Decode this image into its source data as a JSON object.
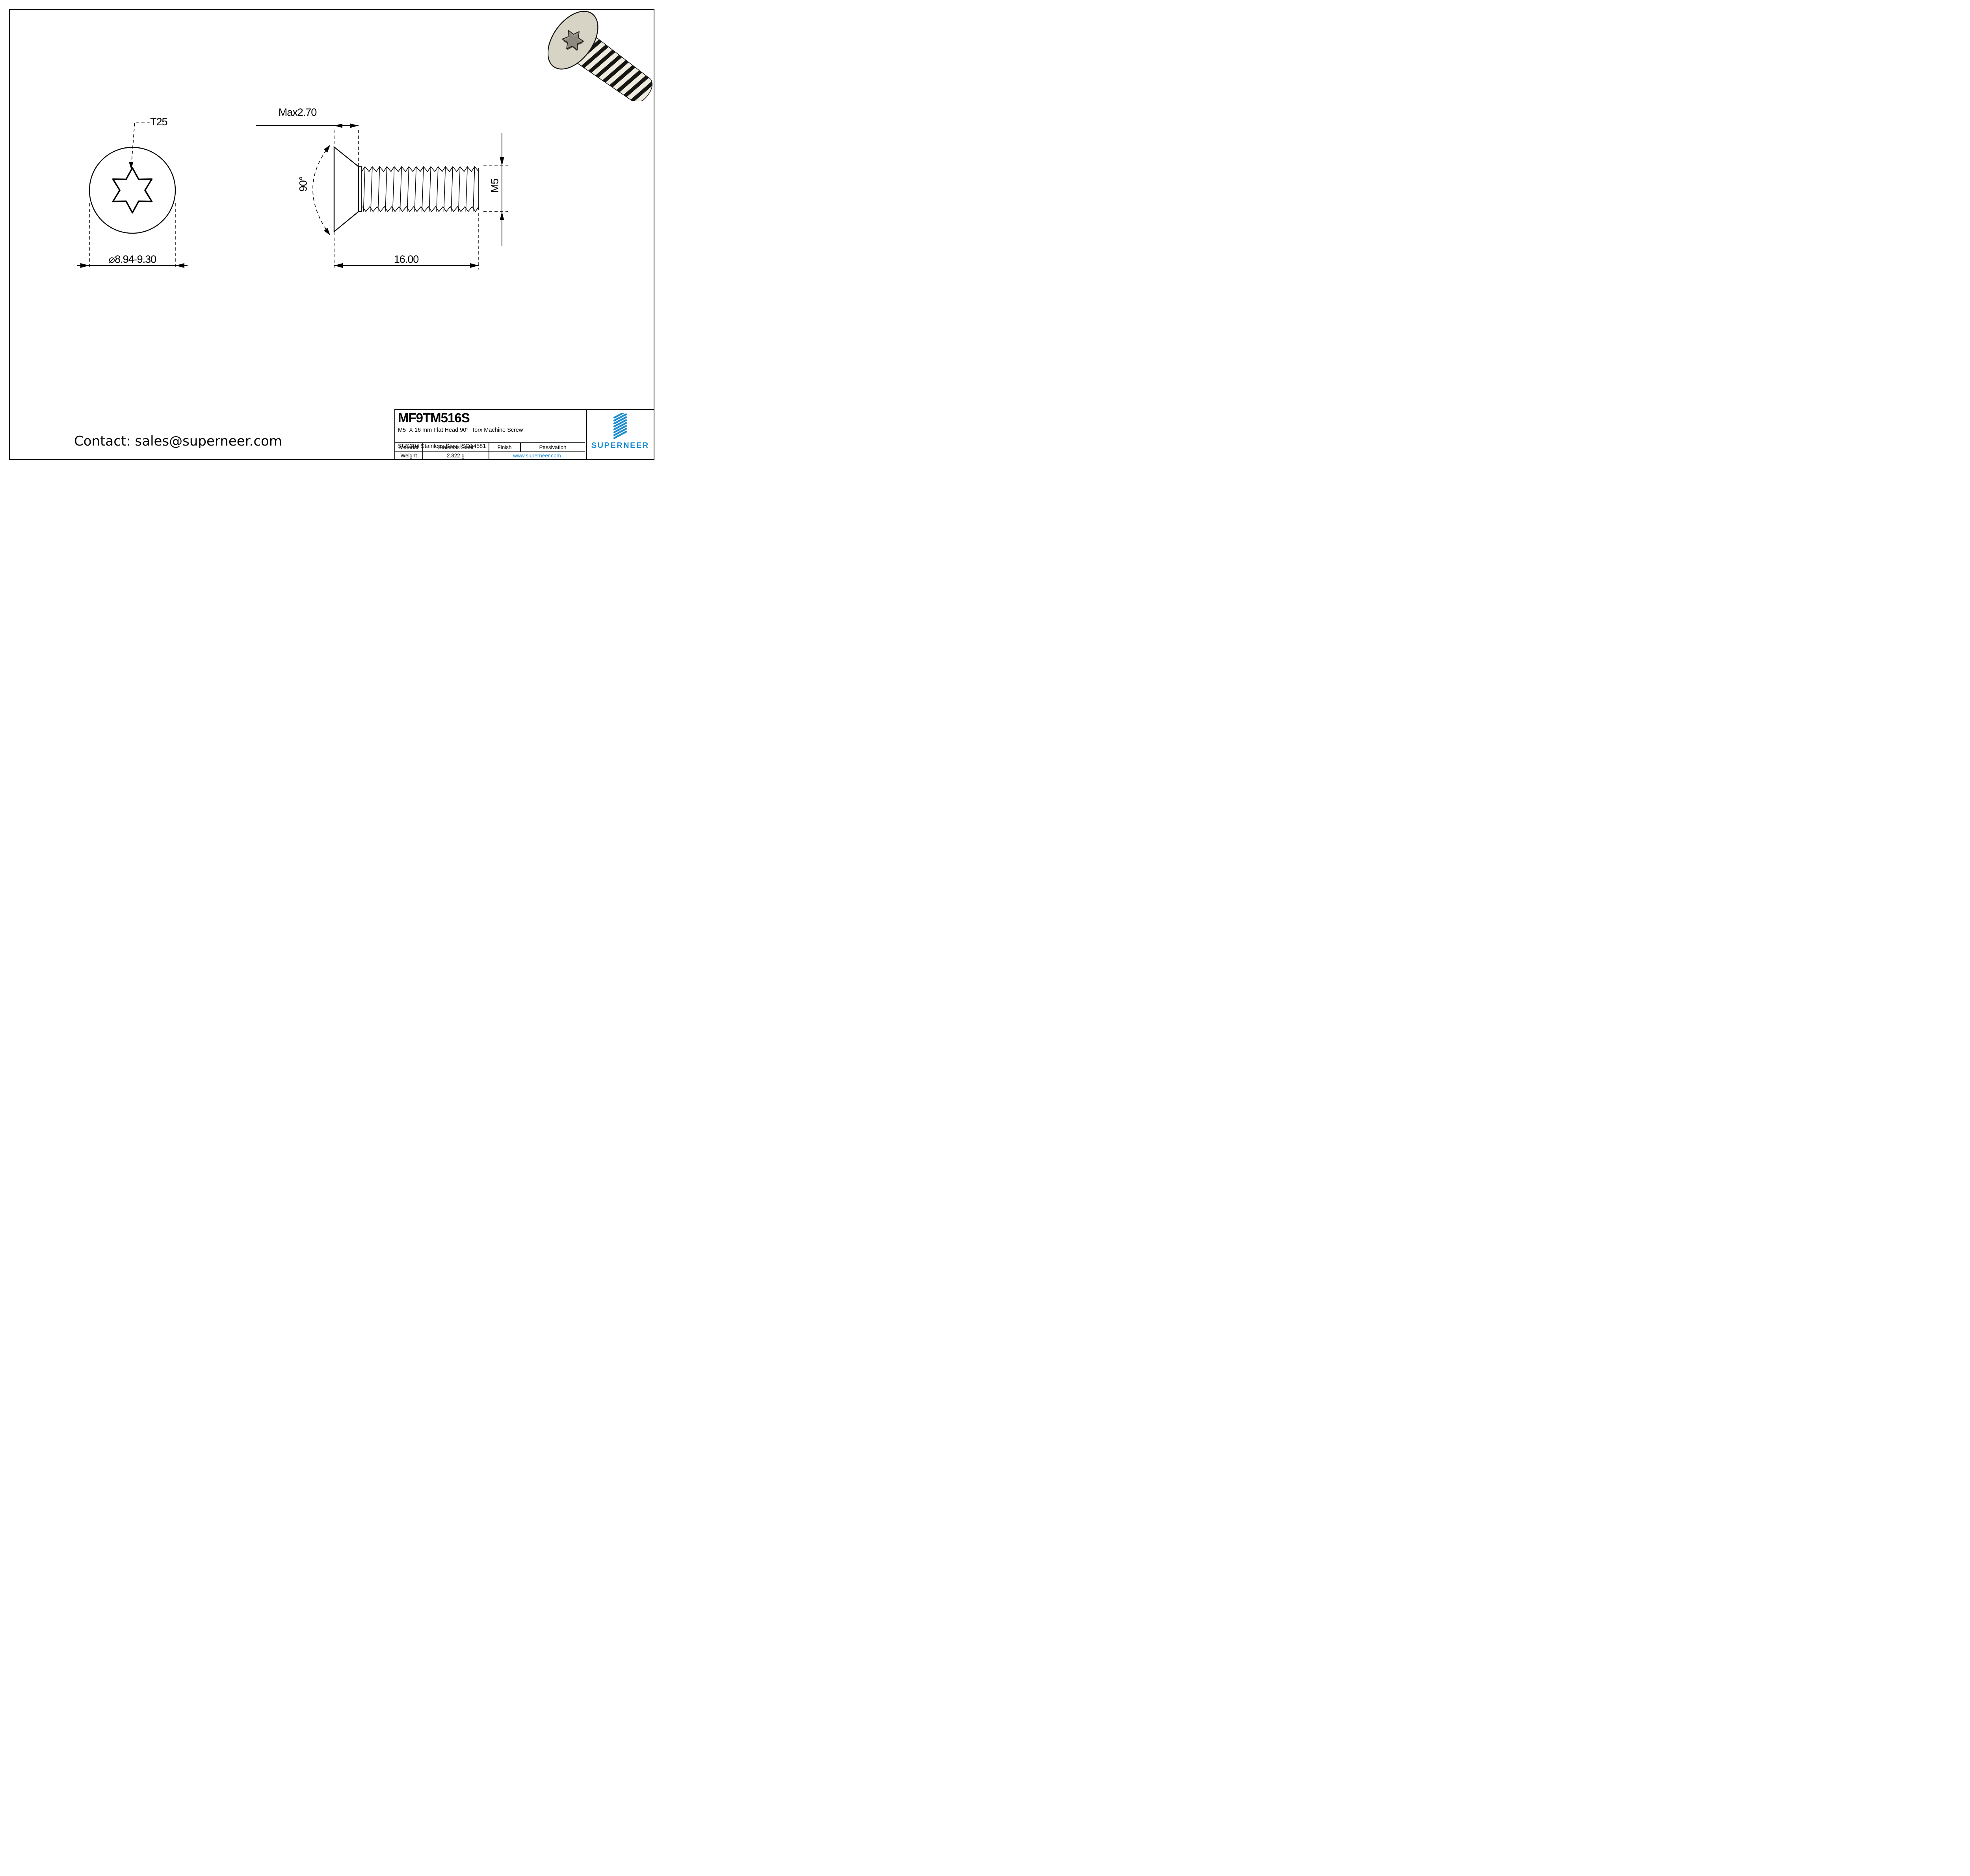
{
  "drawing": {
    "front_view": {
      "torx_label": "T25",
      "diameter_dim": "⌀8.94-9.30"
    },
    "side_view": {
      "head_height_dim": "Max2.70",
      "head_angle_dim": "90°",
      "thread_dim": "M5",
      "length_dim": "16.00"
    }
  },
  "title_block": {
    "part_number": "MF9TM516S",
    "description_line1": "M5  X 16 mm Flat Head 90°  Torx Machine Screw",
    "description_line2": "SUS304 Stainless Steel ISO14581",
    "material_label": "Material",
    "material_value": "Stainless Steel",
    "finish_label": "Finish",
    "finish_value": "Passivation",
    "weight_label": "Weight",
    "weight_value": "2.322 g",
    "website": "www.superneer.com",
    "brand": "SUPERNEER"
  },
  "contact": {
    "text": "Contact: sales@superneer.com"
  },
  "colors": {
    "accent_blue": "#1b8bd0",
    "link_blue": "#1e8fd6",
    "line_black": "#000000",
    "screw_head_beige": "#d7d3c5"
  }
}
